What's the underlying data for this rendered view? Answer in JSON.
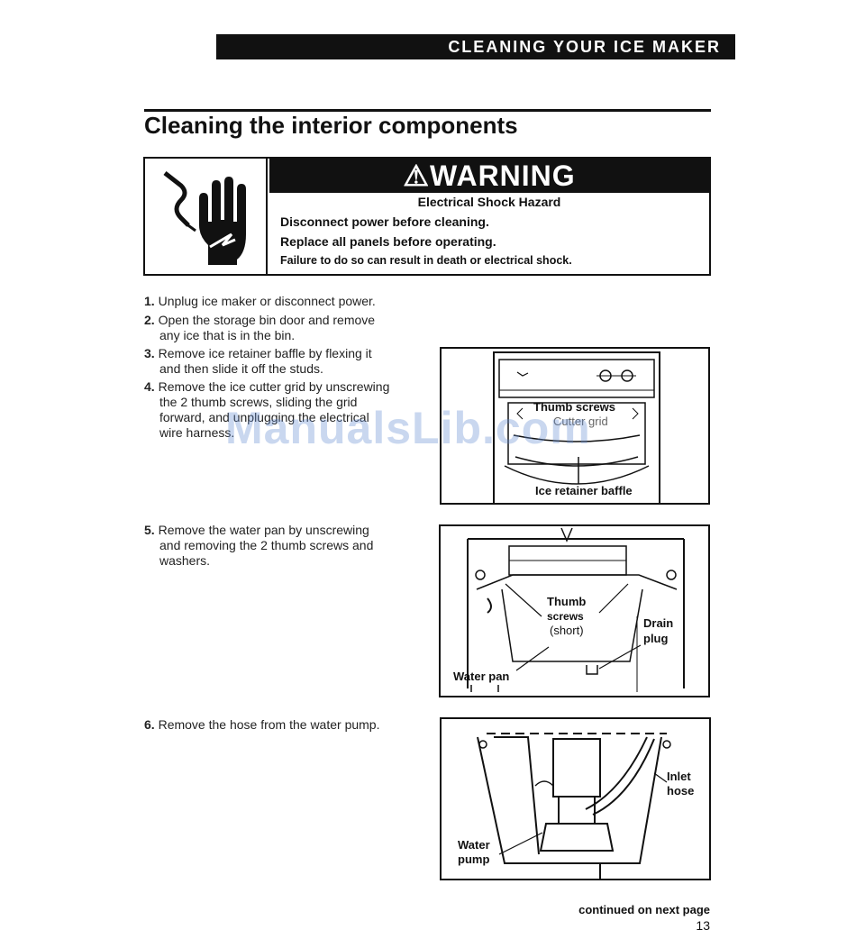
{
  "header": {
    "section_title": "CLEANING YOUR ICE MAKER"
  },
  "page_title": "Cleaning the interior components",
  "warning": {
    "icon": "electric-shock-hand-icon",
    "label": "WARNING",
    "hazard": "Electrical Shock Hazard",
    "line1": "Disconnect power before cleaning.",
    "line2": "Replace all panels before operating.",
    "line3": "Failure to do so can result in death or electrical shock."
  },
  "steps": [
    {
      "num": "1.",
      "lines": [
        "Unplug ice maker or disconnect power."
      ]
    },
    {
      "num": "2.",
      "lines": [
        "Open the storage bin door and remove",
        "any ice that is in the bin."
      ]
    },
    {
      "num": "3.",
      "lines": [
        "Remove ice retainer baffle by flexing it",
        "and then slide it off the studs."
      ]
    },
    {
      "num": "4.",
      "lines": [
        "Remove the ice cutter grid by unscrewing",
        "the 2 thumb screws, sliding the grid",
        "forward, and unplugging the electrical",
        "wire harness."
      ]
    },
    {
      "num": "5.",
      "lines": [
        "Remove the water pan by unscrewing",
        "and removing the 2 thumb screws and",
        "washers."
      ]
    },
    {
      "num": "6.",
      "lines": [
        "Remove the hose from the water pump."
      ]
    }
  ],
  "figures": {
    "fig1": {
      "thumb_screws": "Thumb screws",
      "grid": "Cutter grid",
      "baffle": "Ice retainer baffle"
    },
    "fig2": {
      "thumb": "Thumb",
      "screws": "screws",
      "short": "(short)",
      "drain1": "Drain",
      "drain2": "plug",
      "water_pan": "Water pan"
    },
    "fig3": {
      "inlet1": "Inlet",
      "inlet2": "hose",
      "pump1": "Water",
      "pump2": "pump"
    }
  },
  "watermark": "ManualsLib.com",
  "footer": {
    "continued": "continued on next page",
    "page_number": "13"
  }
}
